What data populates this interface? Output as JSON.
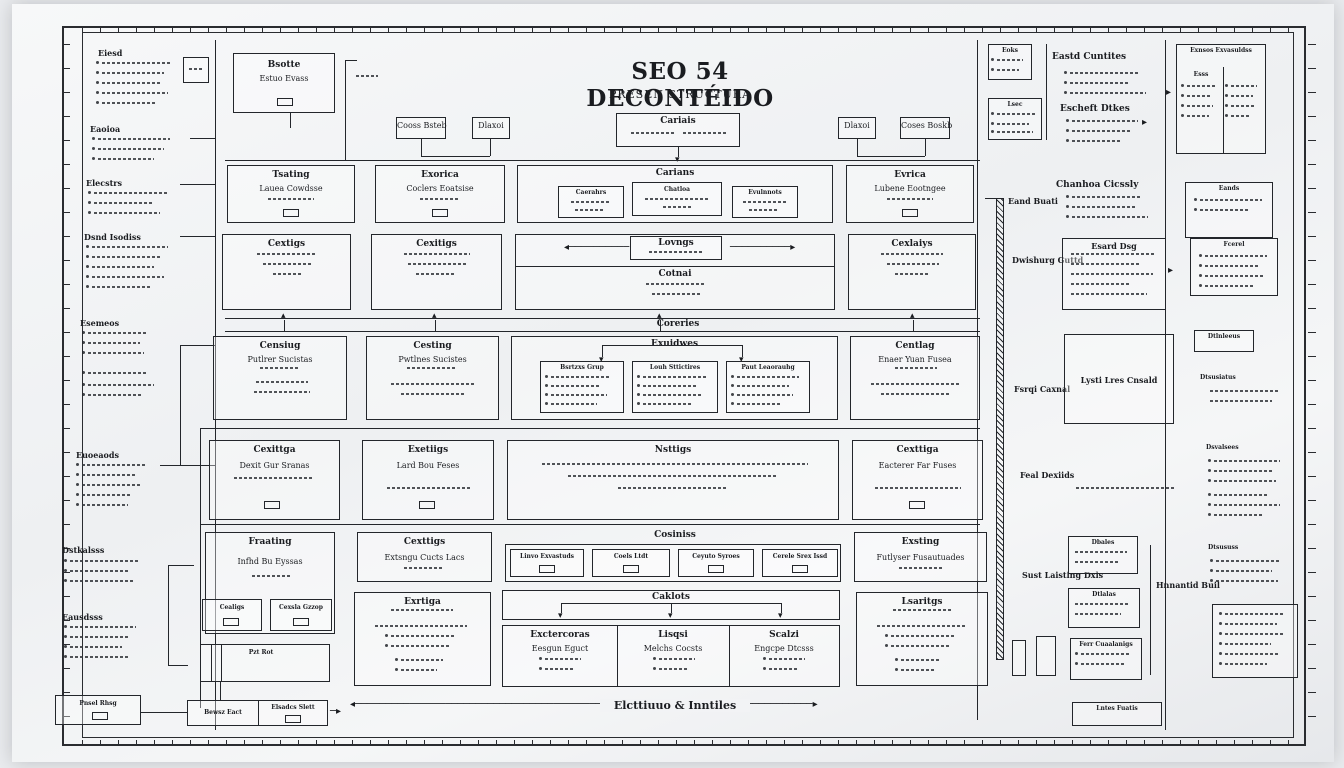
{
  "diagram": {
    "title": "SEO 54 DECONTÉIDO",
    "subtitle": "PRESEN STRUCTURA",
    "top_center": "Cariais",
    "top_small_left": "Cooss Bsteb",
    "top_small_left2": "Dlaxoi",
    "top_small_right": "Dlaxoi",
    "top_small_right2": "Coses Boskb",
    "top_left_box": {
      "title": "Bsotte",
      "sub": "Estuo Evass"
    },
    "row1": [
      {
        "title": "Tsating",
        "sub": "Lauea Cowdsse"
      },
      {
        "title": "Exorica",
        "sub": "Coclers Eoatsise"
      },
      {
        "title": "Carians",
        "items": [
          "Caerahrs",
          "Chatloa",
          "Evulnnots"
        ]
      },
      {
        "title": "Evrica",
        "sub": "Lubene Eootngee"
      }
    ],
    "row2": [
      {
        "title": "Cextigs"
      },
      {
        "title": "Cexitigs"
      },
      {
        "title": "Lovngs",
        "sub": "Cotnai"
      },
      {
        "title": "Cexlaiys"
      }
    ],
    "sec_label_mid": "Coreries",
    "row3": [
      {
        "title": "Censiug",
        "sub": "Putlrer Sucistas"
      },
      {
        "title": "Cesting",
        "sub": "Pwtlnes Sucistes"
      },
      {
        "title": "Exuidwes",
        "items": [
          "Bsrtzxs Grup",
          "Louh Sttictires",
          "Paut Leaorauhg"
        ]
      },
      {
        "title": "Centlag",
        "sub": "Enaer Yuan Fusea"
      }
    ],
    "row4": [
      {
        "title": "Cexittga",
        "sub": "Dexit Gur Sranas"
      },
      {
        "title": "Exetiigs",
        "sub": "Lard Bou Feses"
      },
      {
        "title": "Nsttigs"
      },
      {
        "title": "Cexttiga",
        "sub": "Eacterer Far Fuses"
      }
    ],
    "sec_label_low": "Cosiniss",
    "row5": [
      {
        "title": "Fraating",
        "sub": "Infhd Bu Eyssas",
        "items": [
          "Cealigs",
          "Cexsla Gzzop"
        ]
      },
      {
        "title": "Cexttigs",
        "sub": "Extsngu Cucts Lacs"
      },
      {
        "items": [
          "Linvo Exvastuds",
          "Coels Ltdt",
          "Ceyuto Syroes",
          "Cerele Srex Issd"
        ]
      },
      {
        "title": "Exsting",
        "sub": "Futlyser Fusautuades"
      }
    ],
    "row6": [
      {
        "title": "Exrtiga"
      },
      {
        "title": "Caklots",
        "items": [
          "Exctercoras",
          "Lisqsi",
          "Scalzi"
        ],
        "subs": [
          "Eesgun Eguct",
          "Melchs Cocsts",
          "Engcpe Dtcsss"
        ]
      },
      {
        "title": "Lsaritgs"
      }
    ],
    "bottom_label": "Elcttiuuo & Inntiles",
    "bottom_left": "Pnsel Rhsg",
    "bottom_left2": "Pzt Rot",
    "bottom_left3": "Bewsz Eact",
    "bottom_left4": "Elsadcs Slett",
    "right_mid_col": {
      "top": "Eoks",
      "box2": "Lsec",
      "header": "Eastd Cuntites",
      "head2": "Escheft Dtkes",
      "head3": "Chanhoa Cicssly",
      "box_a": "Esard Dsg",
      "box_b": "Lysti Lres Cnsald",
      "box_c": "Dbales",
      "box_d": "Dtlalas",
      "box_e": "Ferr Cuaalanigs",
      "box_f": "Lntes Fuatis"
    },
    "right_col": {
      "top": "Exnsos Exvasuldss",
      "tabs": "Esss",
      "box1": "Eands",
      "box2": "Fcerel",
      "box3": "Dtlnleeus",
      "box4": "Dtsusiatus",
      "box5": "Dsvalsees",
      "box6": "Dtsususs"
    },
    "side_labels": [
      "Eand Buati",
      "Dwishurg Guttd",
      "Fsrqi Caxnal",
      "Feal Dexiids",
      "Sust Laisting Dxls",
      "Hnnantid Buil"
    ],
    "left_list_headers": [
      "Eiesd",
      "Eaoioa",
      "Elecstrs",
      "Dsnd Isodiss",
      "Esemeos",
      "Euoeaods",
      "Dstkalsss",
      "Eausdsss"
    ]
  }
}
